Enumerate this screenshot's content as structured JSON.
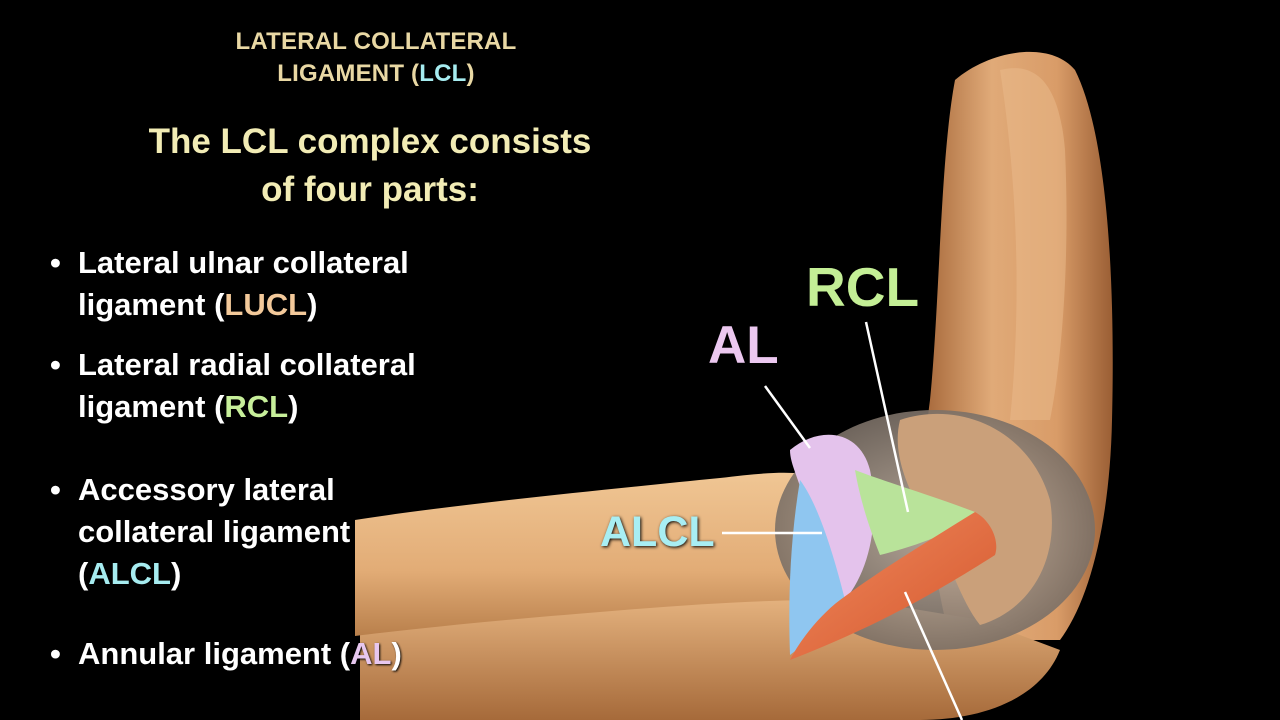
{
  "title": {
    "line1": "LATERAL COLLATERAL",
    "line2_pre": "LIGAMENT (",
    "line2_abbr": "LCL",
    "line2_post": ")"
  },
  "subtitle": {
    "line1": "The LCL complex consists",
    "line2": "of four parts:"
  },
  "bullet_symbol": "•",
  "bullets": [
    {
      "line1": "Lateral ulnar collateral",
      "line2_pre": "ligament (",
      "abbr": "LUCL",
      "post": ")"
    },
    {
      "line1": "Lateral radial collateral",
      "line2_pre": "ligament (",
      "abbr": "RCL",
      "post": ")"
    },
    {
      "line1": "Accessory lateral",
      "line2": "collateral ligament",
      "line3_pre": "(",
      "abbr": "ALCL",
      "post": ")"
    },
    {
      "line1_pre": "Annular ligament (",
      "abbr": "AL",
      "post": ")"
    }
  ],
  "diagram_labels": {
    "rcl": "RCL",
    "al": "AL",
    "alcl": "ALCL"
  },
  "colors": {
    "background": "#000000",
    "header": "#e9d8a4",
    "subtitle": "#f2ecb5",
    "lucl": "#f3c99a",
    "rcl": "#c4ef96",
    "alcl": "#a8eef3",
    "al": "#ecc8f0"
  }
}
